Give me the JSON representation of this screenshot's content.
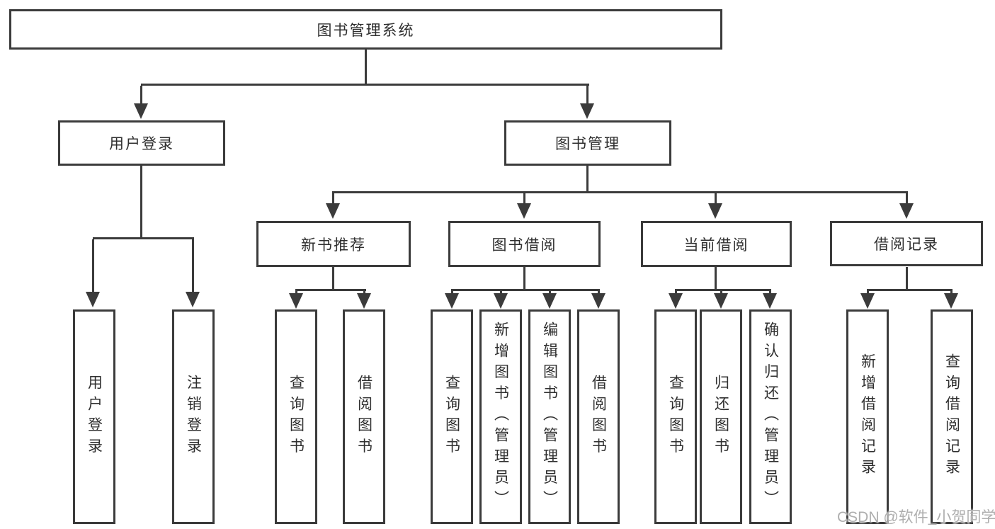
{
  "colors": {
    "line": "#3b3b3b",
    "text": "#2f2f2f",
    "background": "#ffffff",
    "watermark": "#aeaeae"
  },
  "watermark": "CSDN @软件_小贺同学",
  "tree": {
    "root": {
      "label": "图书管理系统"
    },
    "branches": [
      {
        "label": "用户登录",
        "leaves": [
          {
            "label": "用户登录"
          },
          {
            "label": "注销登录"
          }
        ]
      },
      {
        "label": "图书管理",
        "children": [
          {
            "label": "新书推荐",
            "leaves": [
              {
                "label": "查询图书"
              },
              {
                "label": "借阅图书"
              }
            ]
          },
          {
            "label": "图书借阅",
            "leaves": [
              {
                "label": "查询图书"
              },
              {
                "label": "新增图书（管理员）"
              },
              {
                "label": "编辑图书（管理员）"
              },
              {
                "label": "借阅图书"
              }
            ]
          },
          {
            "label": "当前借阅",
            "leaves": [
              {
                "label": "查询图书"
              },
              {
                "label": "归还图书"
              },
              {
                "label": "确认归还（管理员）"
              }
            ]
          },
          {
            "label": "借阅记录",
            "leaves": [
              {
                "label": "新增借阅记录"
              },
              {
                "label": "查询借阅记录"
              }
            ]
          }
        ]
      }
    ]
  }
}
